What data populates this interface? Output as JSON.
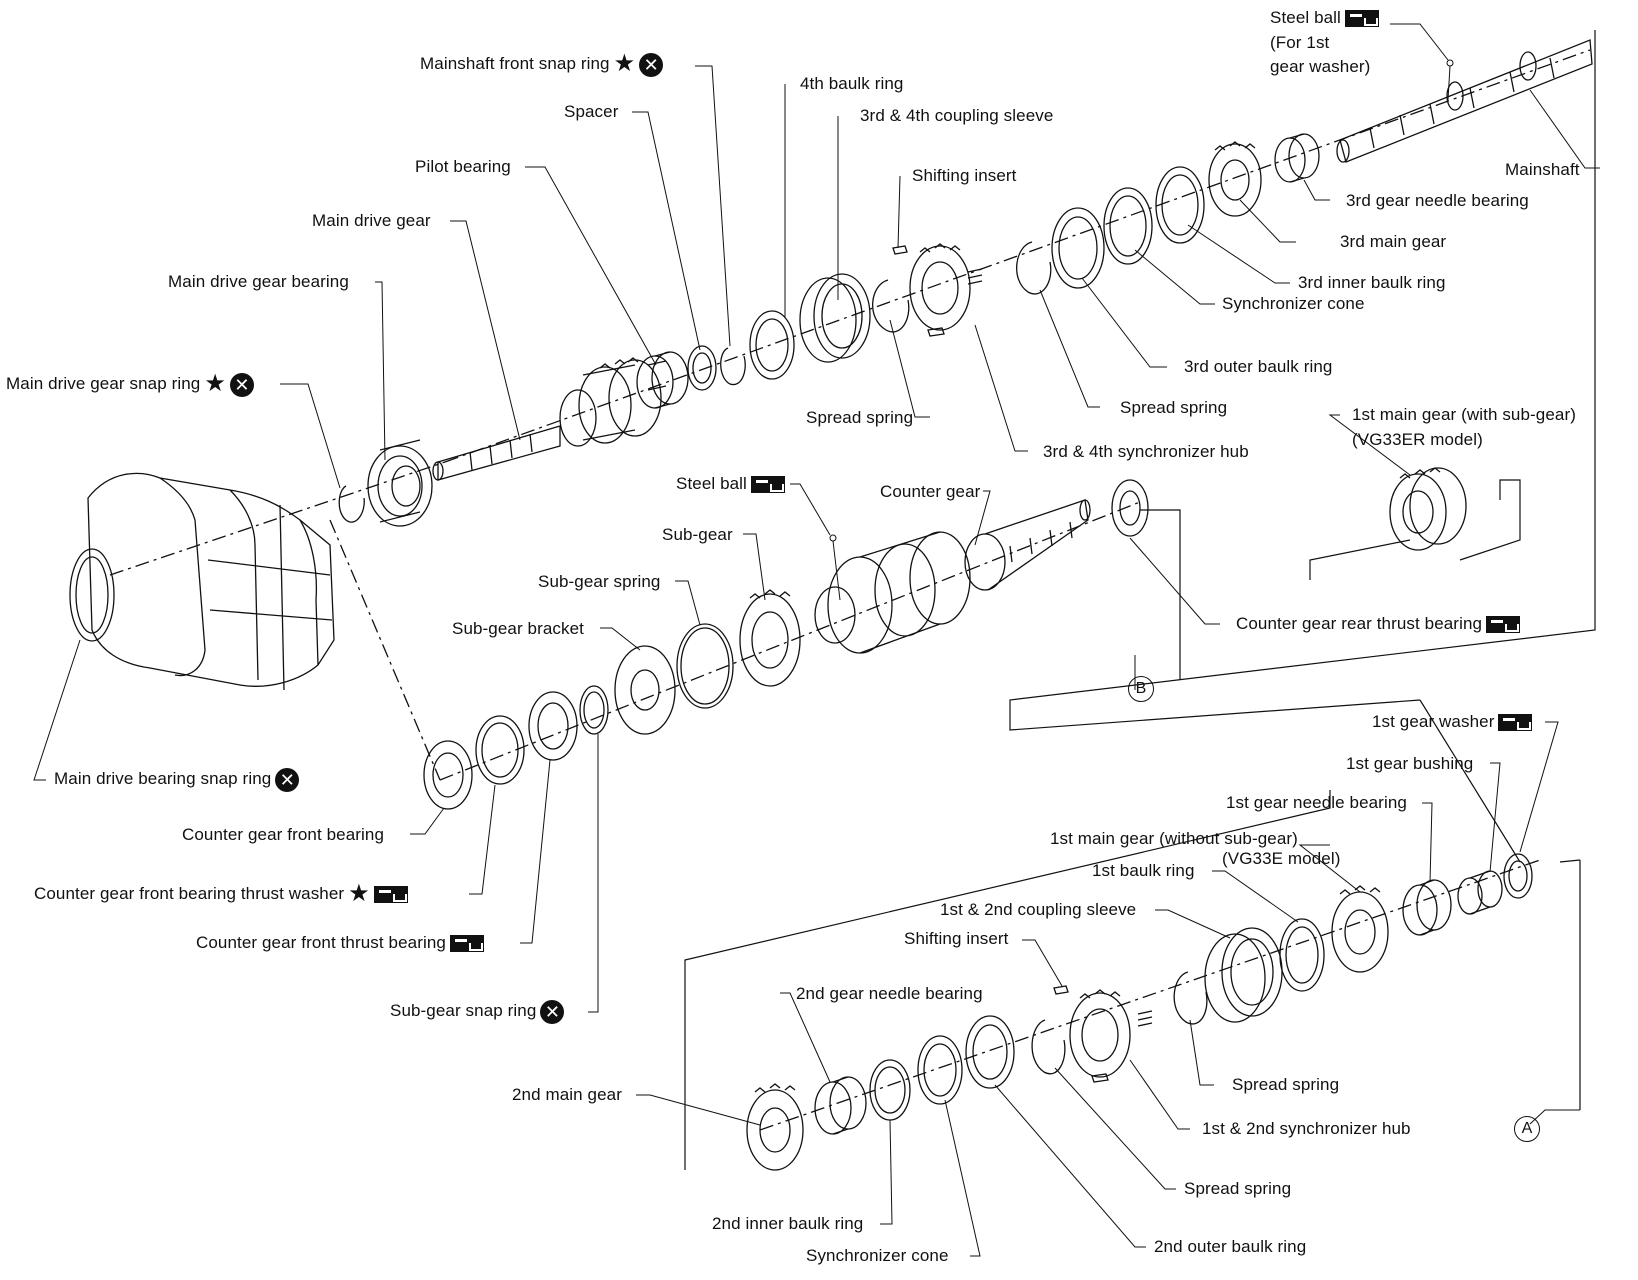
{
  "labels": {
    "steel_ball_top": "Steel ball",
    "steel_ball_top_note_1": "(For 1st",
    "steel_ball_top_note_2": "gear washer)",
    "mainshaft_front_snap_ring": "Mainshaft front snap ring",
    "fourth_baulk_ring": "4th baulk ring",
    "spacer": "Spacer",
    "coupling_sleeve_34": "3rd & 4th coupling sleeve",
    "pilot_bearing": "Pilot bearing",
    "shifting_insert_top": "Shifting insert",
    "main_drive_gear": "Main drive gear",
    "mainshaft": "Mainshaft",
    "third_gear_needle_bearing": "3rd gear needle bearing",
    "main_drive_gear_bearing": "Main drive gear bearing",
    "third_main_gear": "3rd main gear",
    "third_inner_baulk_ring": "3rd inner baulk ring",
    "synchronizer_cone_top": "Synchronizer cone",
    "main_drive_gear_snap_ring": "Main drive gear snap ring",
    "third_outer_baulk_ring": "3rd outer baulk ring",
    "spread_spring_upper_left": "Spread spring",
    "spread_spring_upper_right": "Spread spring",
    "first_main_gear_with_sub": "1st main gear (with sub-gear)",
    "first_main_gear_with_sub_model": "(VG33ER model)",
    "synchronizer_hub_34": "3rd & 4th synchronizer hub",
    "steel_ball_middle": "Steel ball",
    "counter_gear": "Counter gear",
    "sub_gear": "Sub-gear",
    "sub_gear_spring": "Sub-gear spring",
    "counter_gear_rear_thrust_bearing": "Counter gear rear thrust  bearing",
    "sub_gear_bracket": "Sub-gear bracket",
    "first_gear_washer": "1st gear washer",
    "first_gear_bushing": "1st gear bushing",
    "main_drive_bearing_snap_ring": "Main drive bearing snap ring",
    "first_gear_needle_bearing": "1st gear needle bearing",
    "counter_gear_front_bearing": "Counter gear front bearing",
    "first_main_gear_without_sub": "1st main gear  (without sub-gear)",
    "first_main_gear_without_sub_model": "(VG33E model)",
    "first_baulk_ring": "1st baulk ring",
    "counter_gear_front_bearing_thrust_washer": "Counter gear front bearing thrust washer",
    "coupling_sleeve_12": "1st & 2nd coupling sleeve",
    "counter_gear_front_thrust_bearing": "Counter gear front thrust bearing",
    "shifting_insert_bottom": "Shifting insert",
    "second_gear_needle_bearing": "2nd gear needle bearing",
    "sub_gear_snap_ring": "Sub-gear snap ring",
    "spread_spring_lower_right": "Spread spring",
    "second_main_gear": "2nd main gear",
    "synchronizer_hub_12": "1st & 2nd synchronizer hub",
    "spread_spring_bottom": "Spread spring",
    "second_inner_baulk_ring": "2nd inner baulk ring",
    "synchronizer_cone_bottom": "Synchronizer cone",
    "second_outer_baulk_ring": "2nd outer baulk ring"
  },
  "references": {
    "a": "A",
    "b": "B"
  },
  "symbols": {
    "star_glyph": "★",
    "x_glyph": "✕",
    "star_meaning_icon": "star-icon",
    "x_meaning_icon": "do-not-reuse-icon",
    "tool_meaning_icon": "lubricate-icon"
  },
  "colors": {
    "line": "#111111",
    "background": "#ffffff"
  }
}
